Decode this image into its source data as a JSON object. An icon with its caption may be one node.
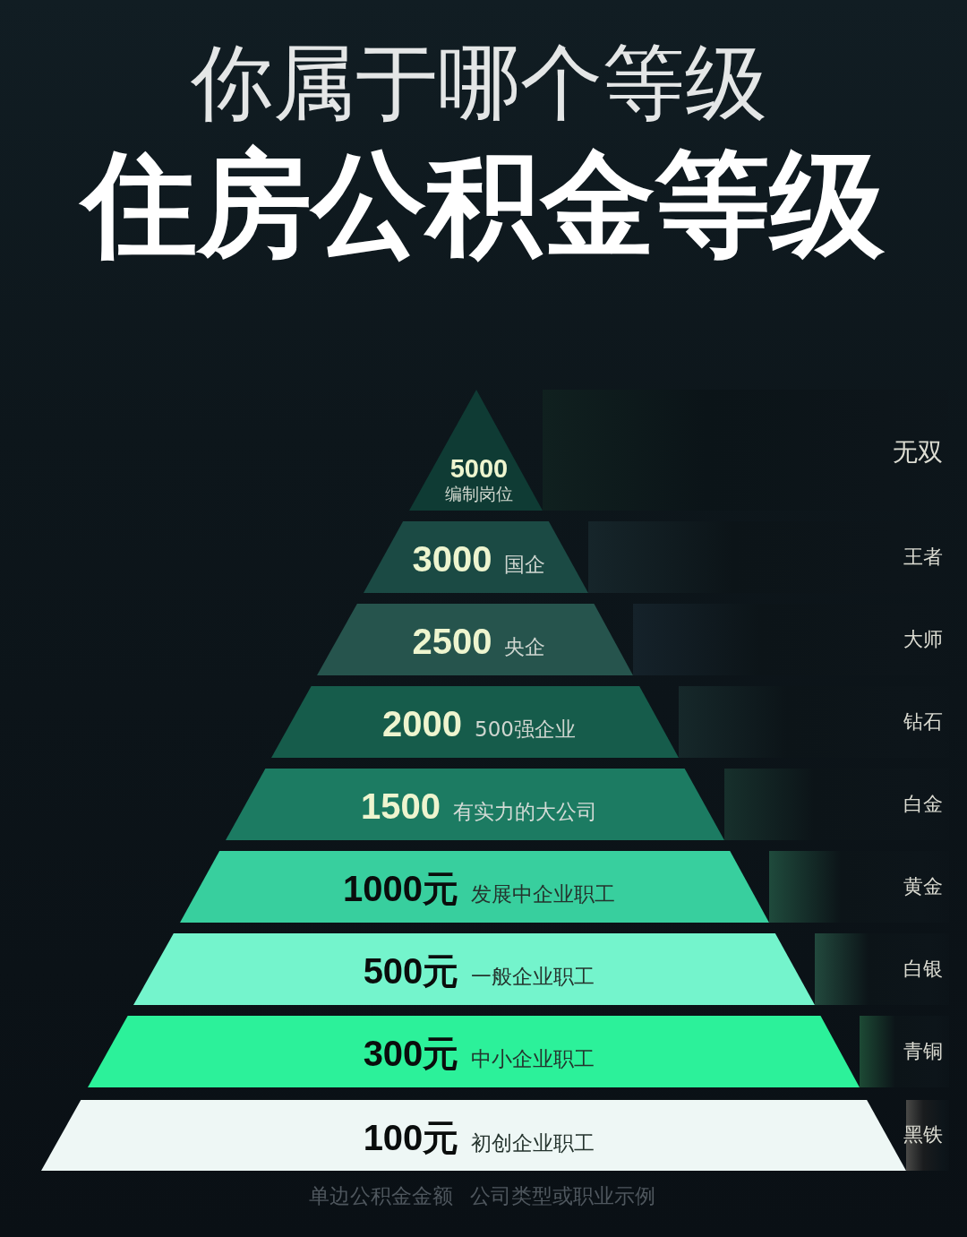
{
  "diagram": {
    "title": "住房公积金等级",
    "nodes": [
      {
        "text": [
          "5000",
          "编制岗位"
        ]
      },
      {
        "text": [
          "无双"
        ]
      },
      {
        "text": [
          "3000",
          "国企"
        ]
      },
      {
        "text": [
          "王者"
        ]
      },
      {
        "text": [
          "2500",
          "央企"
        ]
      },
      {
        "text": [
          "大师"
        ]
      },
      {
        "text": [
          "2000",
          "500强企业"
        ]
      },
      {
        "text": [
          "钻石"
        ]
      },
      {
        "text": [
          "1500",
          "有实力的大公司"
        ]
      },
      {
        "text": [
          "白金"
        ]
      },
      {
        "text": [
          "1000元",
          "发展中企业职工"
        ]
      },
      {
        "text": [
          "黄金"
        ]
      },
      {
        "text": [
          "500元",
          "一般企业职工"
        ]
      },
      {
        "text": [
          "白银"
        ]
      },
      {
        "text": [
          "300元",
          "中小企业职工"
        ]
      },
      {
        "text": [
          "青铜"
        ]
      },
      {
        "text": [
          "100元",
          "初创企业职工"
        ]
      },
      {
        "text": [
          "黑铁"
        ]
      }
    ],
    "labels": [
      "你属于哪个等级",
      "单边公积金金额",
      "公司类型或职业示例"
    ]
  }
}
